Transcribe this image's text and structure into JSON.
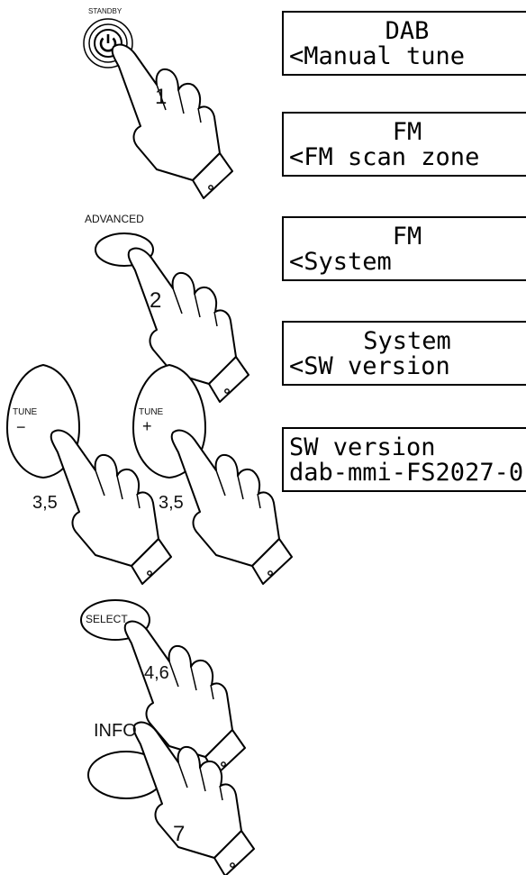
{
  "buttons": {
    "standby": {
      "label": "STANDBY",
      "step": "1"
    },
    "advanced": {
      "label": "ADVANCED",
      "step": "2"
    },
    "tune_minus": {
      "label": "TUNE",
      "symbol": "−",
      "step": "3,5"
    },
    "tune_plus": {
      "label": "TUNE",
      "symbol": "+",
      "step": "3,5"
    },
    "select": {
      "label": "SELECT",
      "step": "4,6"
    },
    "info": {
      "label": "INFO",
      "step": "7"
    }
  },
  "displays": [
    {
      "line1": "DAB",
      "line2": "<Manual tune",
      "line1_center": true
    },
    {
      "line1": "FM",
      "line2": "<FM scan zone",
      "line1_center": true
    },
    {
      "line1": "FM",
      "line2": "<System",
      "line1_center": true
    },
    {
      "line1": "System",
      "line2": "<SW version",
      "line1_center": true
    },
    {
      "line1": "SW version",
      "line2": "dab-mmi-FS2027-0",
      "line1_center": false
    }
  ]
}
